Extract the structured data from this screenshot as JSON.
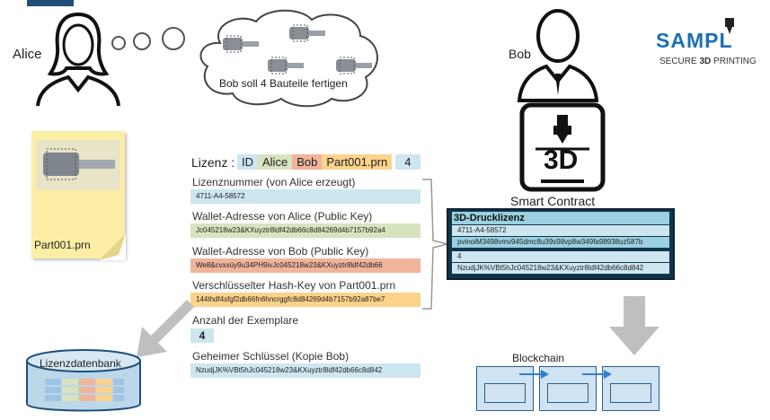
{
  "alice": {
    "name": "Alice"
  },
  "bob": {
    "name": "Bob"
  },
  "thought": {
    "text": "Bob soll 4 Bauteile fertigen"
  },
  "brand": {
    "logo": "SAMPL",
    "tagline_pre": "SECURE ",
    "tagline_bold": "3D",
    "tagline_post": " PRINTING"
  },
  "file": {
    "name": "Part001.prn"
  },
  "license": {
    "title": "Lizenz :",
    "chips": [
      "ID",
      "Alice",
      "Bob",
      "Part001.prn",
      "4"
    ],
    "fields": [
      {
        "label": "Lizenznummer (von Alice erzeugt)",
        "value": "4711-A4-58572",
        "color": "blue"
      },
      {
        "label": "Wallet-Adresse von Alice (Public Key)",
        "value": "Jc045218w23&KXuyztr8ldf42db66c8d84269d4b7157b92a4",
        "color": "green"
      },
      {
        "label": "Wallet-Adresse von Bob (Public Key)",
        "value": "We8&cvxxüy9u34PH9ivJc045218w23&KXuyztr8ldf42db66",
        "color": "red"
      },
      {
        "label": "Verschlüsselter Hash-Key von Part001.prn",
        "value": "144thdf4sfgf2db66fn6hncrggfc8d84269d4b7157b92a87be7",
        "color": "orange"
      }
    ],
    "count_label": "Anzahl der Exemplare",
    "count_value": "4",
    "secret_label": "Geheimer Schlüssel (Kopie Bob)",
    "secret_value": "NzudjJK%VBt5hJc045218w23&KXuyztr8ldf42db66c8d842"
  },
  "printer": {
    "label": "3D"
  },
  "smart_contract": {
    "label": "Smart Contract",
    "title": "3D-Drucklizenz",
    "rows": [
      "4711-A4-58572",
      "pvinoiM3498vmv945dmc8u39s98vp8w349fa98938uz587b",
      "4",
      "NzudjJK%VBt5hJc045218w23&KXuyztr8ldf42db66c8d842"
    ]
  },
  "database": {
    "label": "Lizenzdatenbank"
  },
  "blockchain": {
    "label": "Blockchain"
  },
  "colors": {
    "accent": "#1f4e79",
    "navy": "#12344d",
    "teal": "#9ad0e0"
  }
}
